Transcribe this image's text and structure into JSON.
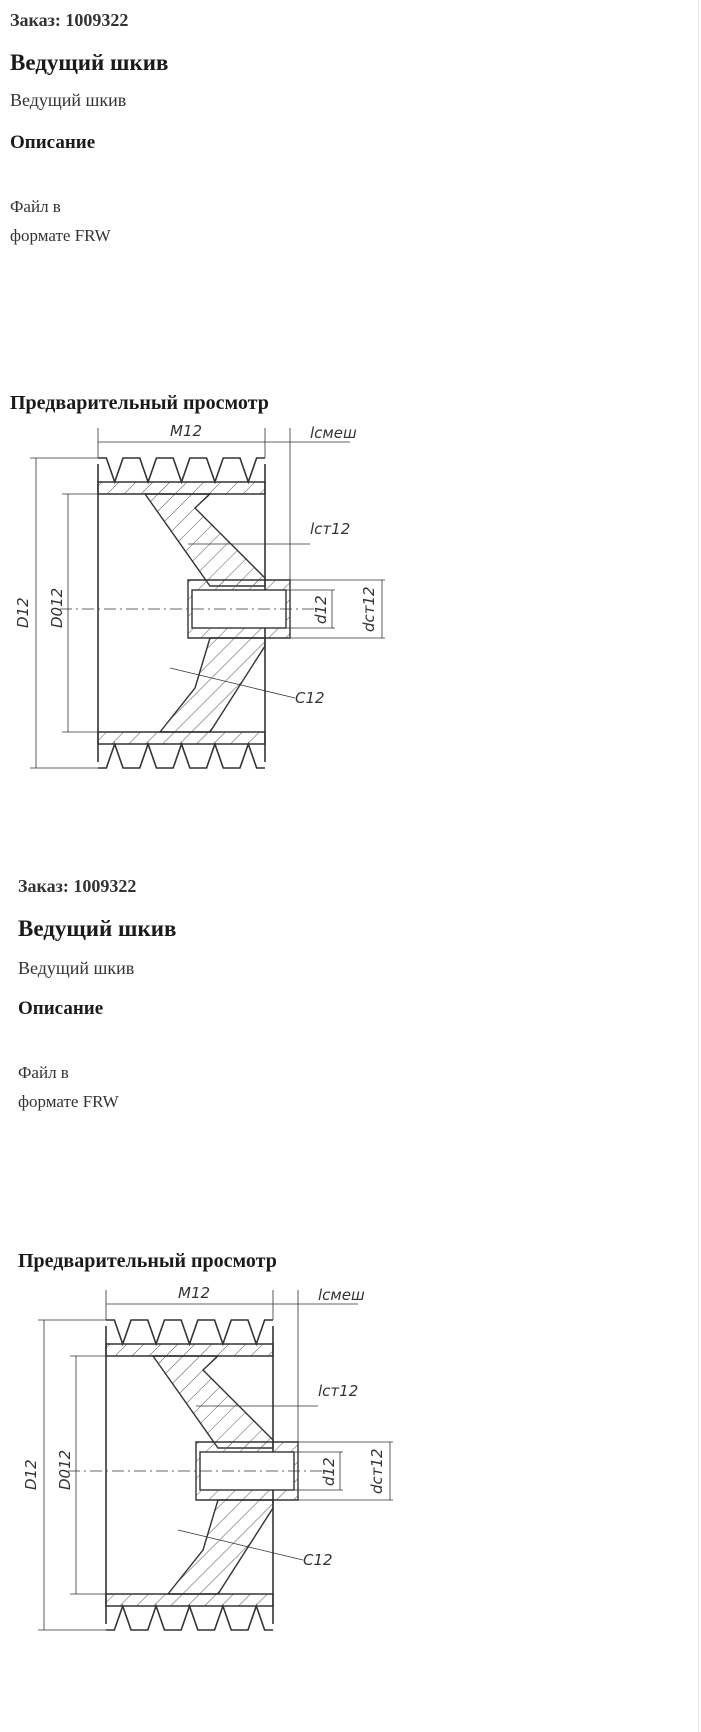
{
  "cards": [
    {
      "order_label": "Заказ: 1009322",
      "title": "Ведущий шкив",
      "subtitle": "Ведущий шкив",
      "description_heading": "Описание",
      "file_line1": "Файл в",
      "file_line2": "формате FRW",
      "preview_heading": "Предварительный просмотр"
    },
    {
      "order_label": "Заказ: 1009322",
      "title": "Ведущий шкив",
      "subtitle": "Ведущий шкив",
      "description_heading": "Описание",
      "file_line1": "Файл в",
      "file_line2": "формате FRW",
      "preview_heading": "Предварительный просмотр"
    }
  ],
  "drawing_labels": {
    "m": "M12",
    "l_smesh": "lсмеш",
    "l_st": "lст12",
    "d": "D12",
    "d0": "D012",
    "d_small": "d12",
    "d_st": "dст12",
    "c": "C12"
  },
  "colors": {
    "line": "#333333",
    "hatch": "#555555"
  }
}
